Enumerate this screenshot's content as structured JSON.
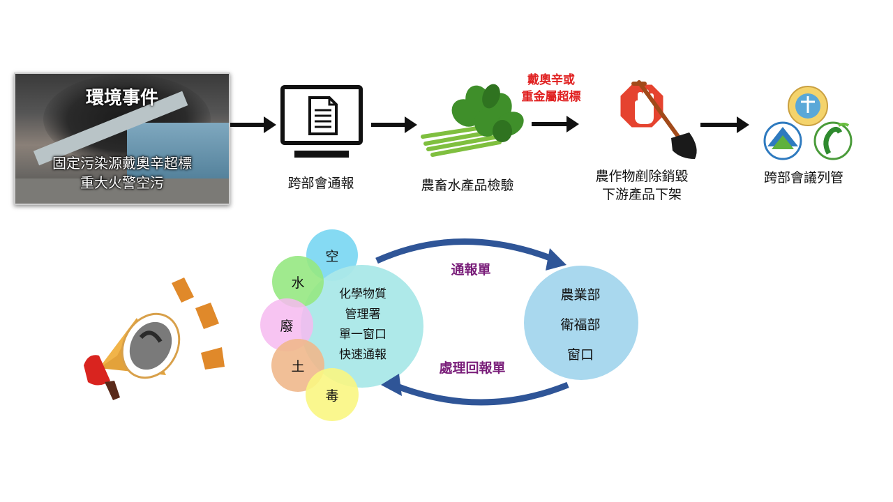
{
  "event": {
    "title": "環境事件",
    "line1": "固定污染源戴奧辛超標",
    "line2": "重大火警空污"
  },
  "flow": {
    "step1": "跨部會通報",
    "step2": "農畜水產品檢驗",
    "warning_line1": "戴奧辛或",
    "warning_line2": "重金屬超標",
    "step3_line1": "農作物剷除銷毀",
    "step3_line2": "下游產品下架",
    "step4": "跨部會議列管"
  },
  "media": {
    "air": "空",
    "water": "水",
    "waste": "廢",
    "soil": "土",
    "toxic": "毒"
  },
  "center": {
    "line1": "化學物質",
    "line2": "管理署",
    "line3": "單一窗口",
    "line4": "快速通報"
  },
  "partners": {
    "line1": "農業部",
    "line2": "衛福部",
    "line3": "窗口"
  },
  "arrows": {
    "top": "通報單",
    "bottom": "處理回報單"
  },
  "colors": {
    "accent_red": "#e02020",
    "arc_blue": "#2f5597",
    "label_purple": "#7a1f7a"
  }
}
